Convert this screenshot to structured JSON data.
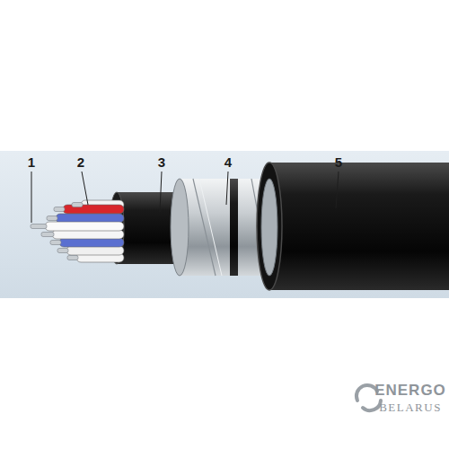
{
  "diagram": {
    "labels": [
      "1",
      "2",
      "3",
      "4",
      "5",
      "ENERGO",
      "BELARUS"
    ]
  }
}
